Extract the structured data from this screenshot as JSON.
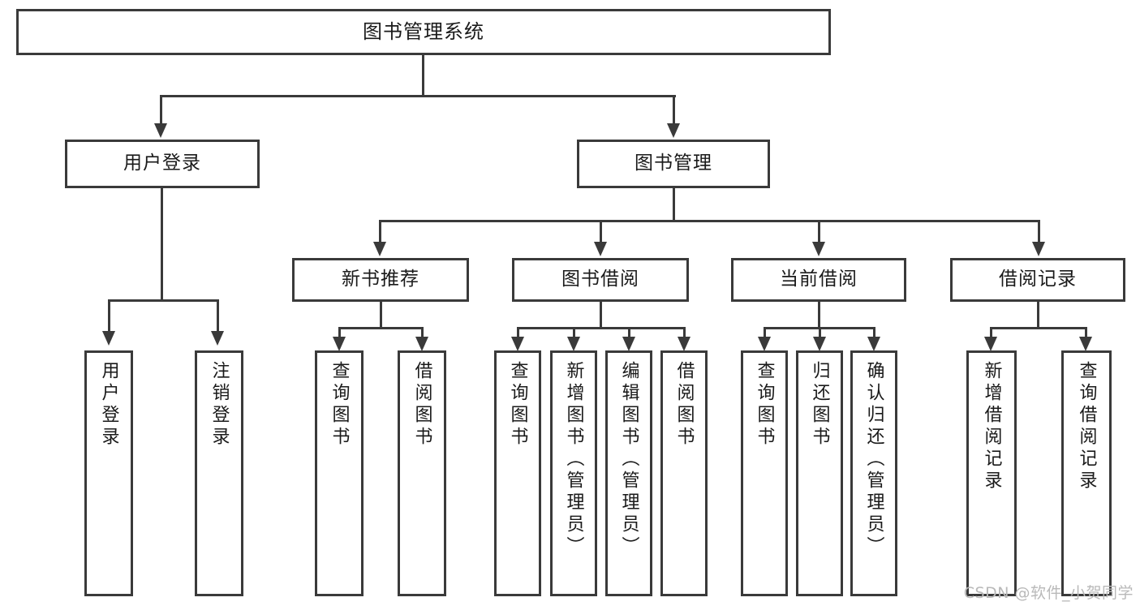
{
  "diagram": {
    "title": "图书管理系统",
    "type": "tree",
    "watermark": "CSDN @软件_小贺同学",
    "colors": {
      "stroke": "#3a3a3a",
      "background": "#ffffff",
      "text": "#1a1a1a",
      "watermark": "#b9b9b9"
    },
    "root": {
      "label": "图书管理系统"
    },
    "level2": [
      {
        "id": "user-login",
        "label": "用户登录"
      },
      {
        "id": "book-manage",
        "label": "图书管理"
      }
    ],
    "level3": [
      {
        "id": "new-book-recommend",
        "label": "新书推荐"
      },
      {
        "id": "book-borrow",
        "label": "图书借阅"
      },
      {
        "id": "current-borrow",
        "label": "当前借阅"
      },
      {
        "id": "borrow-record",
        "label": "借阅记录"
      }
    ],
    "leaves": {
      "user_login": [
        {
          "id": "leaf-user-login",
          "label": "用户登录"
        },
        {
          "id": "leaf-logout-login",
          "label": "注销登录"
        }
      ],
      "new_book_recommend": [
        {
          "id": "leaf-query-book-1",
          "label": "查询图书"
        },
        {
          "id": "leaf-borrow-book-1",
          "label": "借阅图书"
        }
      ],
      "book_borrow": [
        {
          "id": "leaf-query-book-2",
          "label": "查询图书"
        },
        {
          "id": "leaf-add-book",
          "label": "新增图书（管理员）"
        },
        {
          "id": "leaf-edit-book",
          "label": "编辑图书（管理员）"
        },
        {
          "id": "leaf-borrow-book-2",
          "label": "借阅图书"
        }
      ],
      "current_borrow": [
        {
          "id": "leaf-query-book-3",
          "label": "查询图书"
        },
        {
          "id": "leaf-return-book",
          "label": "归还图书"
        },
        {
          "id": "leaf-confirm-return",
          "label": "确认归还（管理员）"
        }
      ],
      "borrow_record": [
        {
          "id": "leaf-add-record",
          "label": "新增借阅记录"
        },
        {
          "id": "leaf-query-record",
          "label": "查询借阅记录"
        }
      ]
    }
  }
}
